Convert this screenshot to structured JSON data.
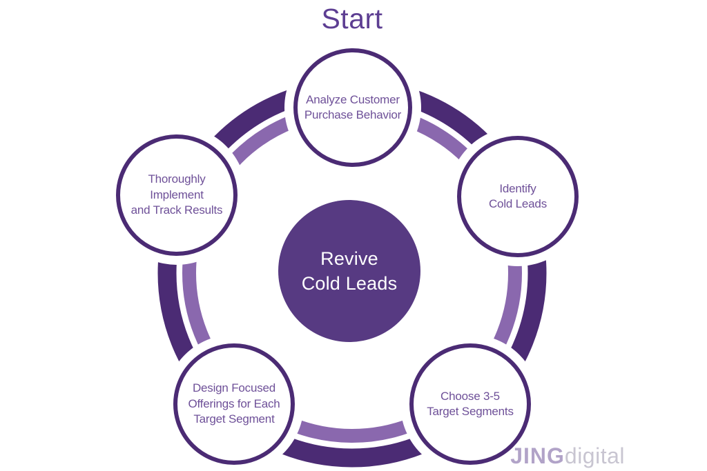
{
  "title": "Start",
  "center": {
    "label": "Revive\nCold Leads"
  },
  "steps": [
    {
      "id": "analyze-customer",
      "label": "Analyze Customer\nPurchase Behavior"
    },
    {
      "id": "identify-leads",
      "label": "Identify\nCold Leads"
    },
    {
      "id": "choose-segments",
      "label": "Choose 3-5\nTarget Segments"
    },
    {
      "id": "design-offerings",
      "label": "Design Focused\nOfferings for Each\nTarget Segment"
    },
    {
      "id": "implement-track",
      "label": "Thoroughly Implement\nand Track Results"
    }
  ],
  "logo": {
    "brand": "JING",
    "suffix": "digital"
  },
  "colors": {
    "dark_purple": "#4b2b74",
    "light_purple": "#8a68ae",
    "center_fill": "#573a82",
    "text_purple": "#6e5098",
    "title_purple": "#5d3e92",
    "logo_brand": "#b1a3c8",
    "logo_suffix": "#c8c5d1"
  }
}
